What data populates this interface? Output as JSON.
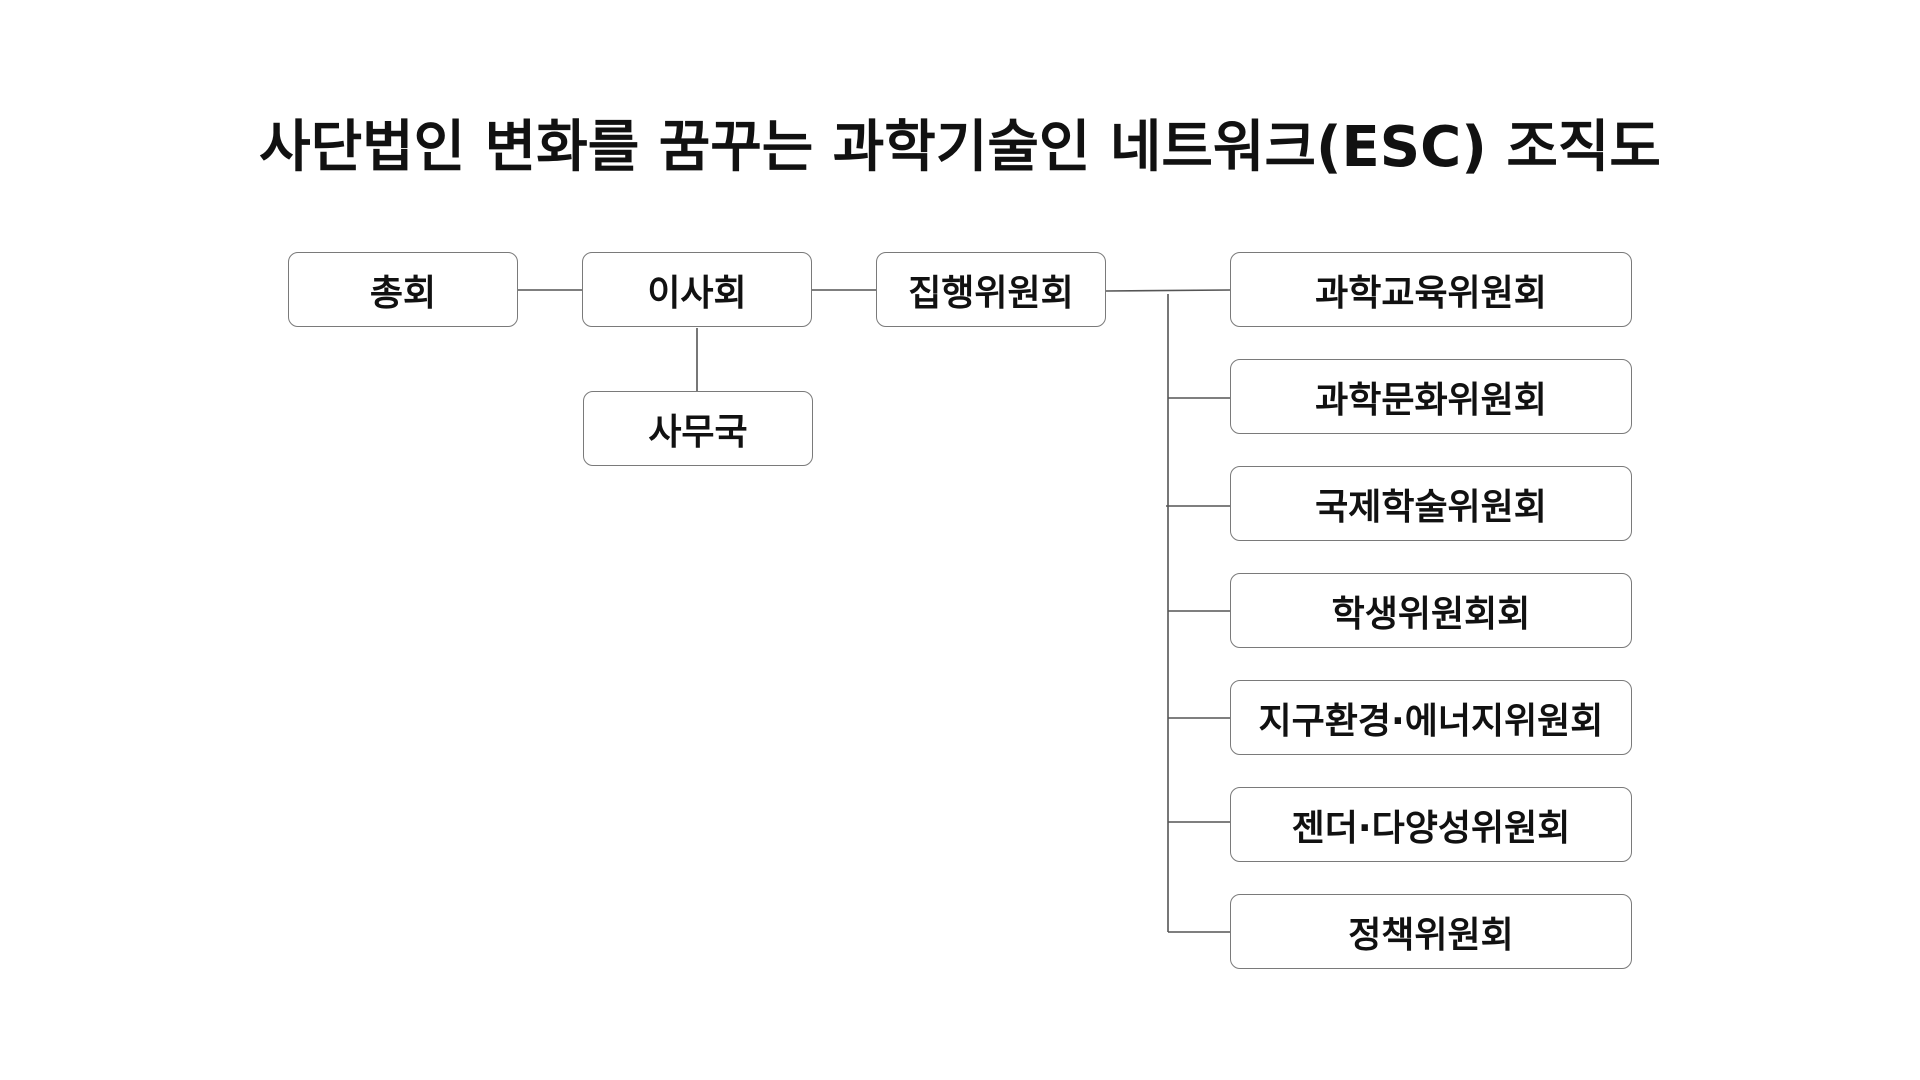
{
  "title": "사단법인 변화를 꿈꾸는 과학기술인 네트워크(ESC) 조직도",
  "nodes": {
    "general_assembly": "총회",
    "board": "이사회",
    "secretariat": "사무국",
    "executive_committee": "집행위원회"
  },
  "committees": [
    "과학교육위원회",
    "과학문화위원회",
    "국제학술위원회",
    "학생위원회회",
    "지구환경·에너지위원회",
    "젠더·다양성위원회",
    "정책위원회"
  ],
  "colors": {
    "border": "#7a7a7a",
    "line": "#555555",
    "text": "#111111",
    "background": "#ffffff"
  }
}
